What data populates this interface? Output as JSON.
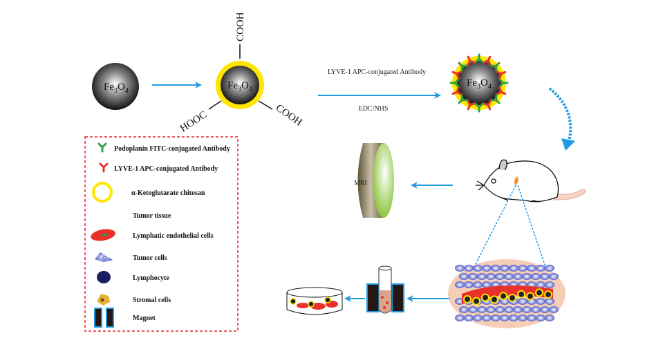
{
  "formula": {
    "el1": "Fe",
    "n1": "3",
    "el2": "O",
    "n2": "4"
  },
  "groups": {
    "top": "COOH",
    "left": "HOOC",
    "right": "COOH"
  },
  "reaction": {
    "above": "LYVE-1 APC-conjugated Antibody",
    "below": "EDC/NHS"
  },
  "mri_label": "MRI",
  "legend": [
    {
      "icon": "green-antibody-icon",
      "label": "Podoplanin FITC-conjugated Antibody"
    },
    {
      "icon": "red-antibody-icon",
      "label": "LYVE-1 APC-conjugated Antibody"
    },
    {
      "icon": "yellow-ring-icon",
      "label": "α-Ketoglutarate chitosan"
    },
    {
      "icon": "tumor-tissue-icon",
      "label": "Tumor tissue"
    },
    {
      "icon": "lymphatic-endothelial-cell-icon",
      "label": "Lymphatic endothelial cells"
    },
    {
      "icon": "tumor-cell-icon",
      "label": "Tumor cells"
    },
    {
      "icon": "lymphocyte-icon",
      "label": "Lymphocyte"
    },
    {
      "icon": "stromal-cell-icon",
      "label": "Stromal cells"
    },
    {
      "icon": "magnet-icon",
      "label": "Magnet"
    }
  ],
  "colors": {
    "arrow": "#1e9be0",
    "legend_border": "#e8202a",
    "chitosan": "#ffe600",
    "green_antibody": "#2ea043",
    "red_antibody": "#e8312a",
    "tumor_tissue": "#f5922a",
    "tissue_bg": "#f6cdb7",
    "mri_green": "#8dc63f",
    "mri_brown": "#6b6344"
  }
}
